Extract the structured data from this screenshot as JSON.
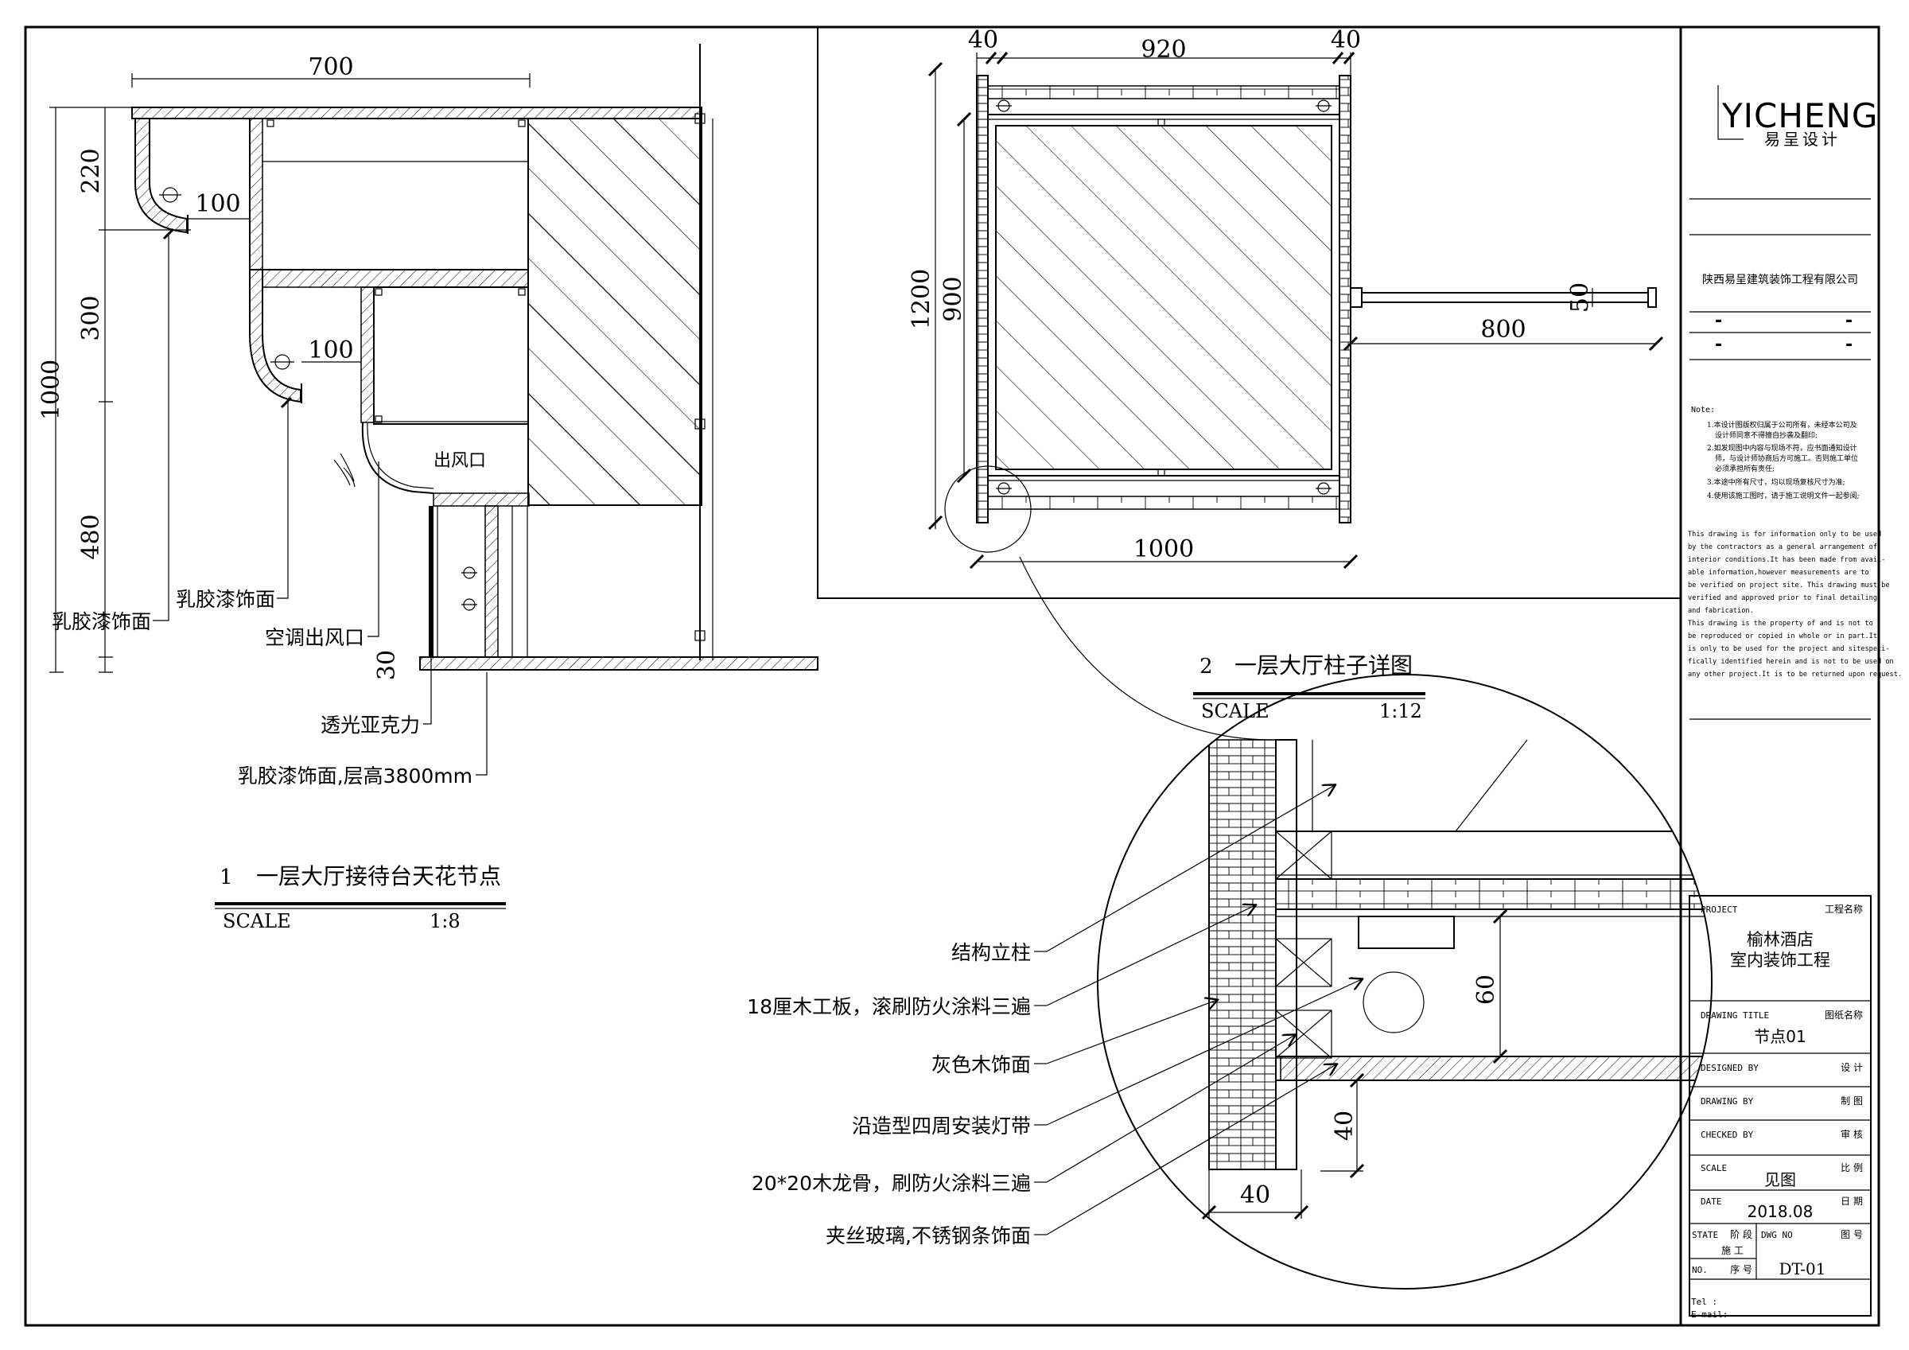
{
  "detail1": {
    "number": "1",
    "title": "一层大厅接待台天花节点",
    "scale_label": "SCALE",
    "scale_value": "1:8",
    "dims": {
      "width": "700",
      "h_total": "1000",
      "h1": "220",
      "h2": "300",
      "h3": "480",
      "h4": "30",
      "offset_upper": "100",
      "offset_lower": "100"
    },
    "labels": {
      "outlet": "出风口",
      "latex_1": "乳胶漆饰面",
      "latex_2": "乳胶漆饰面",
      "ac_outlet": "空调出风口",
      "acrylic": "透光亚克力",
      "latex_height": "乳胶漆饰面,层高3800mm"
    }
  },
  "detail2": {
    "number": "2",
    "title": "一层大厅柱子详图",
    "scale_label": "SCALE",
    "scale_value": "1:12",
    "dims": {
      "top_left": "40",
      "top_mid": "920",
      "top_right": "40",
      "left_outer": "1200",
      "left_inner": "900",
      "arm": "800",
      "arm_small": "50",
      "bottom": "1000"
    }
  },
  "callout": {
    "dims": {
      "vert_60": "60",
      "vert_40": "40",
      "horiz_40": "40"
    },
    "labels": [
      "结构立柱",
      "18厘木工板，滚刷防火涂料三遍",
      "灰色木饰面",
      "沿造型四周安装灯带",
      "20*20木龙骨，刷防火涂料三遍",
      "夹丝玻璃,不锈钢条饰面"
    ]
  },
  "titleblock": {
    "logo_text": "YICHENG",
    "logo_sub": "易呈设计",
    "company": "陕西易呈建筑装饰工程有限公司",
    "dash_rows": [
      [
        "-",
        "-"
      ],
      [
        "-",
        "-"
      ]
    ],
    "note_title": "Note:",
    "notes_cn": [
      "1.本设计图版权归属于公司所有，未经本公司及",
      "设计师同意不得擅自抄袭及翻印;",
      "2.如发现图中内容与现场不符，应书面通知设计",
      "师，与设计师协商后方可施工。否则施工单位",
      "必须承担所有责任;",
      "3.本途中所有尺寸，均以现场复核尺寸为准;",
      "4.使用该施工图时，请于施工说明文件一起参阅;"
    ],
    "notes_en": [
      "This drawing is for information only to be used",
      "by the contractors as a general arrangement of",
      "interior conditions.It has been made from avail-",
      "able  information,however measurements are to",
      "be verified on project site. This drawing must be",
      "verified and approved prior to final detailing",
      "and fabrication.",
      "  This drawing is the property of and is not to",
      "be reproduced or copied in whole or in part.It",
      "is only to be used for the project  and sitespeci-",
      "fically  identified herein and is not to be used on",
      "any other project.It is to be returned upon request."
    ],
    "project_label_en": "PROJECT",
    "project_label_cn": "工程名称",
    "project_name_1": "榆林酒店",
    "project_name_2": "室内装饰工程",
    "drawing_title_en": "DRAWING TITLE",
    "drawing_title_cn": "图纸名称",
    "drawing_title_value": "节点01",
    "designed_en": "DESIGNED  BY",
    "designed_cn": "设  计",
    "drawing_by_en": "DRAWING  BY",
    "drawing_by_cn": "制  图",
    "checked_en": "CHECKED  BY",
    "checked_cn": "审  核",
    "scale_en": "SCALE",
    "scale_cn": "比  例",
    "scale_value": "见图",
    "date_en": "DATE",
    "date_cn": "日  期",
    "date_value": "2018.08",
    "state_en": "STATE",
    "state_cn1": "阶  段",
    "state_cn2": "施  工",
    "dwg_no_en": "DWG NO",
    "dwg_no_cn": "图  号",
    "no_en": "NO.",
    "no_cn": "序  号",
    "dwg_no_value": "DT-01",
    "tel": "Tel :",
    "email": "E-mail:"
  }
}
